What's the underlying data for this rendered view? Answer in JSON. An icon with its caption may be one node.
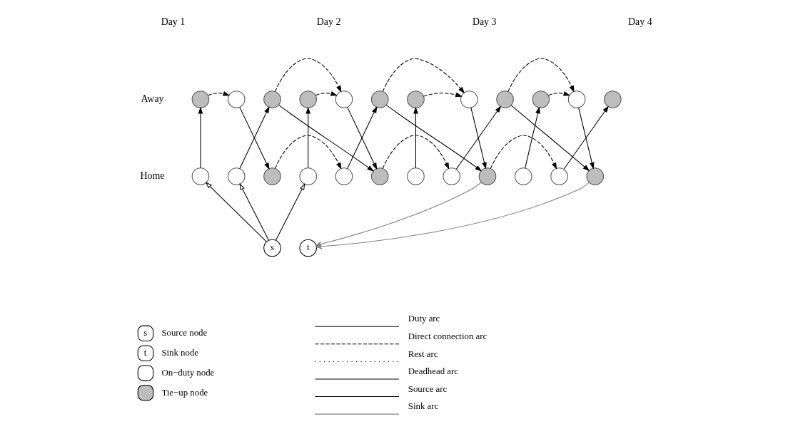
{
  "diagram": {
    "nodes": [
      {
        "text": [],
        "shape": "circle"
      },
      {
        "text": [],
        "shape": "circle"
      },
      {
        "text": [],
        "shape": "circle"
      },
      {
        "text": [],
        "shape": "circle"
      },
      {
        "text": [],
        "shape": "circle"
      },
      {
        "text": [],
        "shape": "circle"
      },
      {
        "text": [],
        "shape": "circle"
      },
      {
        "text": [],
        "shape": "circle"
      },
      {
        "text": [],
        "shape": "circle"
      },
      {
        "text": [],
        "shape": "circle"
      },
      {
        "text": [],
        "shape": "circle"
      },
      {
        "text": [],
        "shape": "circle"
      },
      {
        "text": [],
        "shape": "circle"
      },
      {
        "text": [],
        "shape": "circle"
      },
      {
        "text": [],
        "shape": "circle"
      },
      {
        "text": [],
        "shape": "circle"
      },
      {
        "text": [],
        "shape": "circle"
      },
      {
        "text": [],
        "shape": "circle"
      },
      {
        "text": [],
        "shape": "circle"
      },
      {
        "text": [],
        "shape": "circle"
      },
      {
        "text": [],
        "shape": "circle"
      },
      {
        "text": [],
        "shape": "circle"
      },
      {
        "text": [],
        "shape": "circle"
      },
      {
        "text": [],
        "shape": "circle"
      },
      {
        "text": [
          "s"
        ]
      },
      {
        "text": [
          "t"
        ]
      }
    ],
    "edges": [
      {
        "from": 0,
        "to": 1,
        "arrow": "to",
        "style": "dashed"
      },
      {
        "from": 12,
        "to": 0,
        "arrow": "to"
      },
      {
        "from": 1,
        "to": 14,
        "arrow": "to"
      },
      {
        "from": 13,
        "to": 2,
        "arrow": "to"
      },
      {
        "from": 2,
        "to": 17,
        "arrow": "to"
      },
      {
        "from": 2,
        "to": 4,
        "arrow": "to",
        "style": "dashed"
      },
      {
        "from": 14,
        "to": 16,
        "arrow": "to",
        "style": "dashed"
      },
      {
        "from": 3,
        "to": 4,
        "arrow": "to",
        "style": "dashed"
      },
      {
        "from": 15,
        "to": 3,
        "arrow": "to"
      },
      {
        "from": 4,
        "to": 17,
        "arrow": "to"
      },
      {
        "from": 16,
        "to": 5,
        "arrow": "to"
      },
      {
        "from": 5,
        "to": 20,
        "arrow": "to"
      },
      {
        "from": 5,
        "to": 7,
        "arrow": "to",
        "style": "dashed"
      },
      {
        "from": 17,
        "to": 19,
        "arrow": "to",
        "style": "dashed"
      },
      {
        "from": 6,
        "to": 7,
        "arrow": "to",
        "style": "dashed"
      },
      {
        "from": 18,
        "to": 6,
        "arrow": "to"
      },
      {
        "from": 7,
        "to": 20,
        "arrow": "to"
      },
      {
        "from": 19,
        "to": 8,
        "arrow": "to"
      },
      {
        "from": 8,
        "to": 23,
        "arrow": "to"
      },
      {
        "from": 8,
        "to": 10,
        "arrow": "to",
        "style": "dashed"
      },
      {
        "from": 20,
        "to": 22,
        "arrow": "to",
        "style": "dashed"
      },
      {
        "from": 9,
        "to": 10,
        "arrow": "to",
        "style": "dashed"
      },
      {
        "from": 21,
        "to": 9,
        "arrow": "to"
      },
      {
        "from": 10,
        "to": 23,
        "arrow": "to"
      },
      {
        "from": 22,
        "to": 11,
        "arrow": "to"
      },
      {
        "from": 24,
        "to": 12,
        "arrow": "to"
      },
      {
        "from": 24,
        "to": 13,
        "arrow": "to"
      },
      {
        "from": 24,
        "to": 15,
        "arrow": "to"
      },
      {
        "from": 20,
        "to": 25,
        "arrow": "to",
        "color": "#808080"
      },
      {
        "from": 23,
        "to": 25,
        "arrow": "to",
        "color": "#808080"
      }
    ],
    "labels": [
      "Day 1",
      "Day 2",
      "Day 3",
      "Day 4",
      "Away",
      "Home",
      "s",
      "t"
    ],
    "legend": [
      {
        "text": "Source node"
      },
      {
        "text": "Sink node"
      },
      {
        "text": "On−duty node"
      },
      {
        "text": "Tie−up node"
      },
      {
        "text": "Duty arc"
      },
      {
        "text": "Direct connection arc"
      },
      {
        "text": "Rest arc"
      },
      {
        "text": "Deadhead arc"
      },
      {
        "text": "Source arc"
      },
      {
        "text": "Sink arc"
      }
    ]
  }
}
